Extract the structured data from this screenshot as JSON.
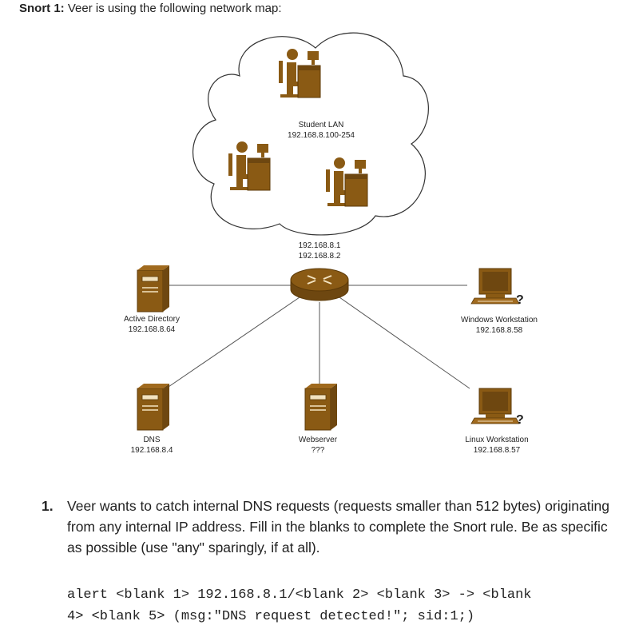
{
  "intro": {
    "bold": "Snort 1:",
    "text": " Veer is using the following network map:"
  },
  "network": {
    "cloud_label": "Student LAN",
    "cloud_range": "192.168.8.100-254",
    "router_ip_1": "192.168.8.1",
    "router_ip_2": "192.168.8.2",
    "nodes": {
      "ad": {
        "name": "Active Directory",
        "ip": "192.168.8.64"
      },
      "windows": {
        "name": "Windows Workstation",
        "ip": "192.168.8.58"
      },
      "dns": {
        "name": "DNS",
        "ip": "192.168.8.4"
      },
      "web": {
        "name": "Webserver",
        "ip": "???"
      },
      "linux": {
        "name": "Linux Workstation",
        "ip": "192.168.8.57"
      }
    },
    "icon_color": "#8a5a14"
  },
  "question": {
    "number": "1.",
    "text": "Veer wants to catch internal DNS requests (requests smaller than 512 bytes) originating from any internal IP address. Fill in the blanks to complete the Snort rule. Be as specific as possible (use \"any\" sparingly, if at all)."
  },
  "code": {
    "line1": "alert <blank 1> 192.168.8.1/<blank 2> <blank 3> -> <blank",
    "line2": "4> <blank 5> (msg:\"DNS request detected!\"; sid:1;)"
  }
}
